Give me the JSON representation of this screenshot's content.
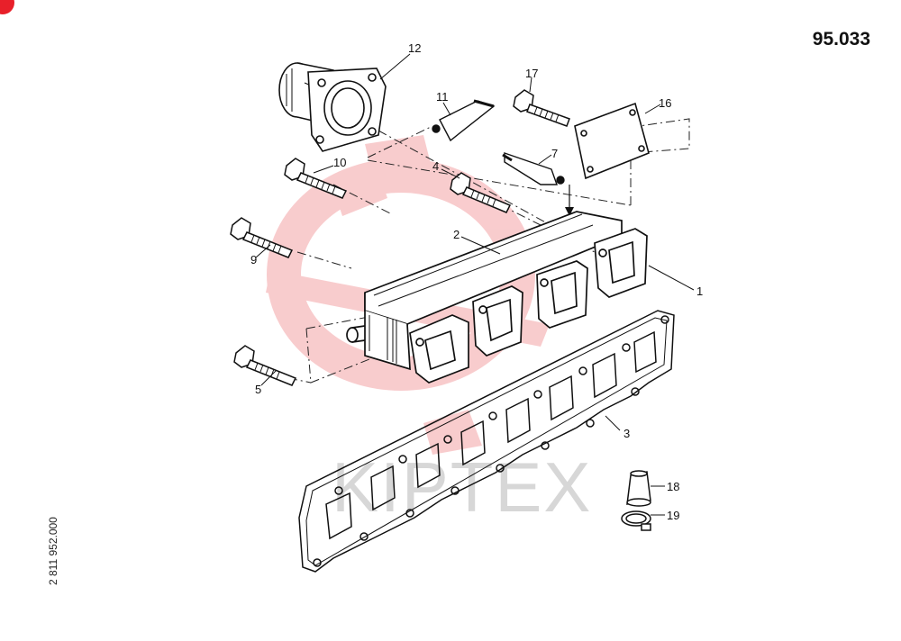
{
  "page": {
    "page_code": "95.033",
    "drawing_number": "2 811 952.000"
  },
  "watermark": {
    "text": "KIPTEX",
    "logo_color": "#f4a3a6",
    "text_color": "#d7d7d7"
  },
  "badge_color": "#e8202a",
  "callouts": {
    "c1": "1",
    "c2": "2",
    "c3": "3",
    "c4": "4",
    "c5": "5",
    "c7": "7",
    "c9": "9",
    "c10": "10",
    "c11": "11",
    "c12": "12",
    "c16": "16",
    "c17": "17",
    "c18": "18",
    "c19": "19"
  }
}
